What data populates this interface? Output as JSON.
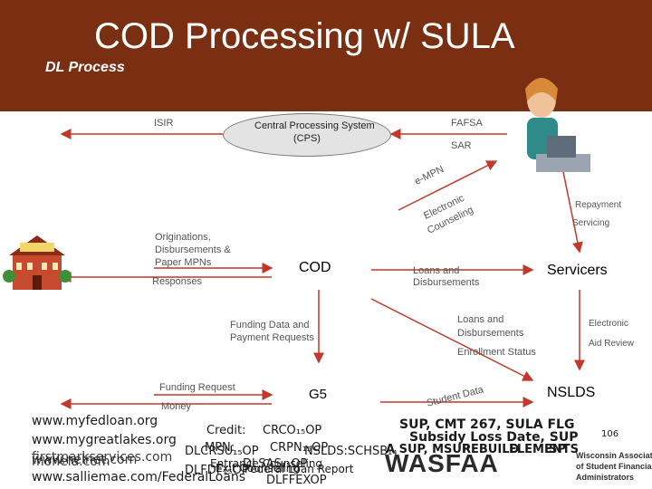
{
  "header": {
    "title": "COD Processing w/ SULA",
    "subtitle": "DL Process"
  },
  "nodes": {
    "isir": "ISIR",
    "cps_line1": "Central Processing System",
    "cps_line2": "(CPS)",
    "fafsa": "FAFSA",
    "sar": "SAR",
    "empn": "e-MPN",
    "electronic": "Electronic",
    "counseling": "Counseling",
    "repayment": "Repayment",
    "servicing": "Servicing",
    "originations_1": "Originations,",
    "originations_2": "Disbursements &",
    "originations_3": "Paper MPNs",
    "responses": "Responses",
    "cod": "COD",
    "loans_disb_1": "Loans and",
    "loans_disb_2": "Disbursements",
    "servicers": "Servicers",
    "funding_data_1": "Funding Data and",
    "funding_data_2": "Payment Requests",
    "loans_disb2_1": "Loans and",
    "loans_disb2_2": "Disbursements",
    "enrollment_status": "Enrollment Status",
    "electronic2": "Electronic",
    "aid_review": "Aid Review",
    "funding_request": "Funding Request",
    "money": "Money",
    "g5": "G5",
    "student_data": "Student Data",
    "nslds": "NSLDS",
    "college": "COLLEGE"
  },
  "overlay": {
    "url1": "www.myfedloan.org",
    "url2": "www.mygreatlakes.org",
    "url3a": "firstmarkservices.com",
    "url3b": "www.nelnet.com",
    "url3c": "mohela.com",
    "url4": "www.salliemae.com/FederalLoans",
    "credit": "Credit:",
    "crco": "CRCO₁₅OP",
    "mpn": "MPN:",
    "dlcrs": "DLCRSU₁₅OP",
    "crpn": "CRPN₁₅OP",
    "nslds_sch": "NSLDS:SCHSB₁₄",
    "dlsas": "DLSAS₁₅OP",
    "dlfdf": "DLFDF₁₅OP",
    "ent": "Entrance Counseling",
    "exit": "Exit Counseling",
    "fed": "Federal Loan Report",
    "dlffe": "DLFFEXOP",
    "sup_line": "SUP, CMT 267, SULA FLG",
    "sub_loss": "Subsidy Loss Date, SUP",
    "asup": "A SUP, MSUP",
    "rebuild": "REBUILD",
    "elements": "ELEMENTS",
    "sp": "SP",
    "page_num": "106",
    "wasfaa": "WASFAA",
    "wasfaa_tag1": "Wisconsin Association",
    "wasfaa_tag2": "of Student Financial Aid",
    "wasfaa_tag3": "Administrators"
  }
}
